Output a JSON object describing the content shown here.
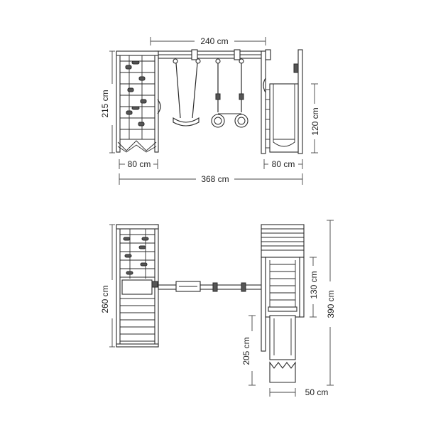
{
  "drawing": {
    "front_view": {
      "total_width": "240 cm",
      "height": "215 cm",
      "left_tower_width": "80 cm",
      "right_tower_width": "80 cm",
      "overall_width": "368 cm",
      "slide_height": "120 cm"
    },
    "top_view": {
      "left_depth": "260 cm",
      "right_depth": "390 cm",
      "ladder_length": "130 cm",
      "slide_length": "205 cm",
      "slide_width": "50 cm"
    }
  },
  "colors": {
    "line": "#2a2a2a",
    "background": "#ffffff"
  }
}
